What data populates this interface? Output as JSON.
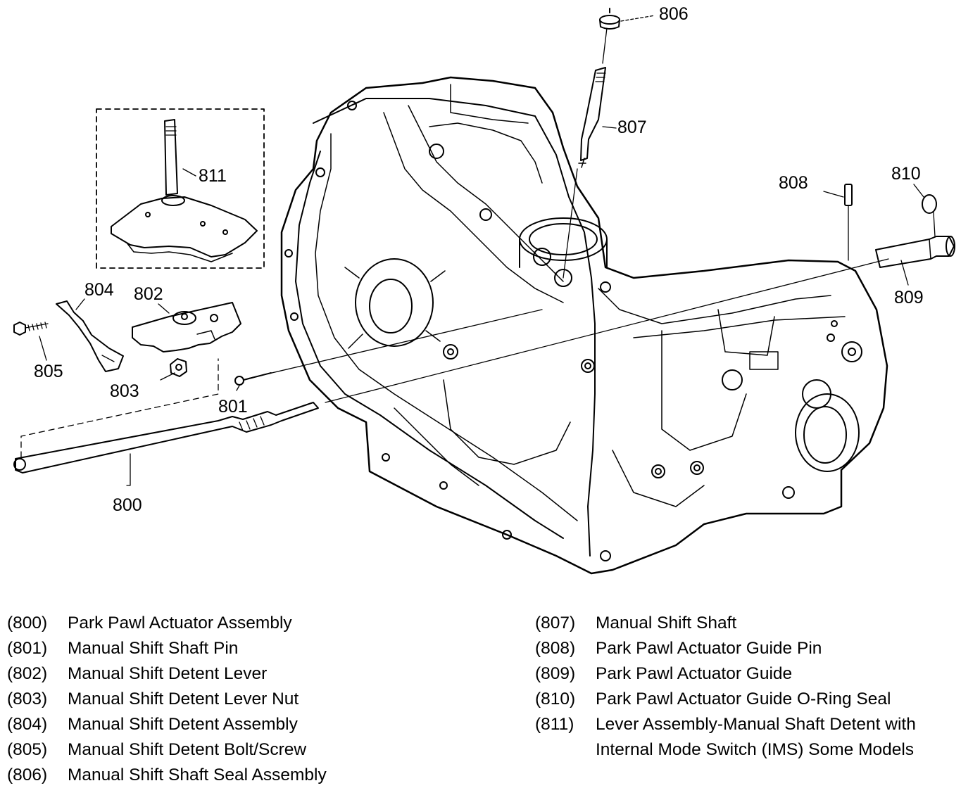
{
  "callouts": {
    "c800": "800",
    "c801": "801",
    "c802": "802",
    "c803": "803",
    "c804": "804",
    "c805": "805",
    "c806": "806",
    "c807": "807",
    "c808": "808",
    "c809": "809",
    "c810": "810",
    "c811": "811"
  },
  "legend": {
    "left": [
      {
        "num": "(800)",
        "text": "Park Pawl Actuator Assembly"
      },
      {
        "num": "(801)",
        "text": "Manual Shift Shaft Pin"
      },
      {
        "num": "(802)",
        "text": "Manual Shift Detent Lever"
      },
      {
        "num": "(803)",
        "text": "Manual Shift Detent Lever Nut"
      },
      {
        "num": "(804)",
        "text": "Manual Shift Detent Assembly"
      },
      {
        "num": "(805)",
        "text": "Manual Shift Detent Bolt/Screw"
      },
      {
        "num": "(806)",
        "text": "Manual Shift Shaft Seal Assembly"
      }
    ],
    "right": [
      {
        "num": "(807)",
        "text": "Manual Shift Shaft"
      },
      {
        "num": "(808)",
        "text": "Park Pawl Actuator Guide Pin"
      },
      {
        "num": "(809)",
        "text": "Park Pawl Actuator Guide"
      },
      {
        "num": "(810)",
        "text": "Park Pawl Actuator Guide O-Ring Seal"
      },
      {
        "num": "(811)",
        "text": "Lever Assembly-Manual Shaft Detent with",
        "cont": "Internal Mode Switch (IMS) Some Models"
      }
    ]
  }
}
